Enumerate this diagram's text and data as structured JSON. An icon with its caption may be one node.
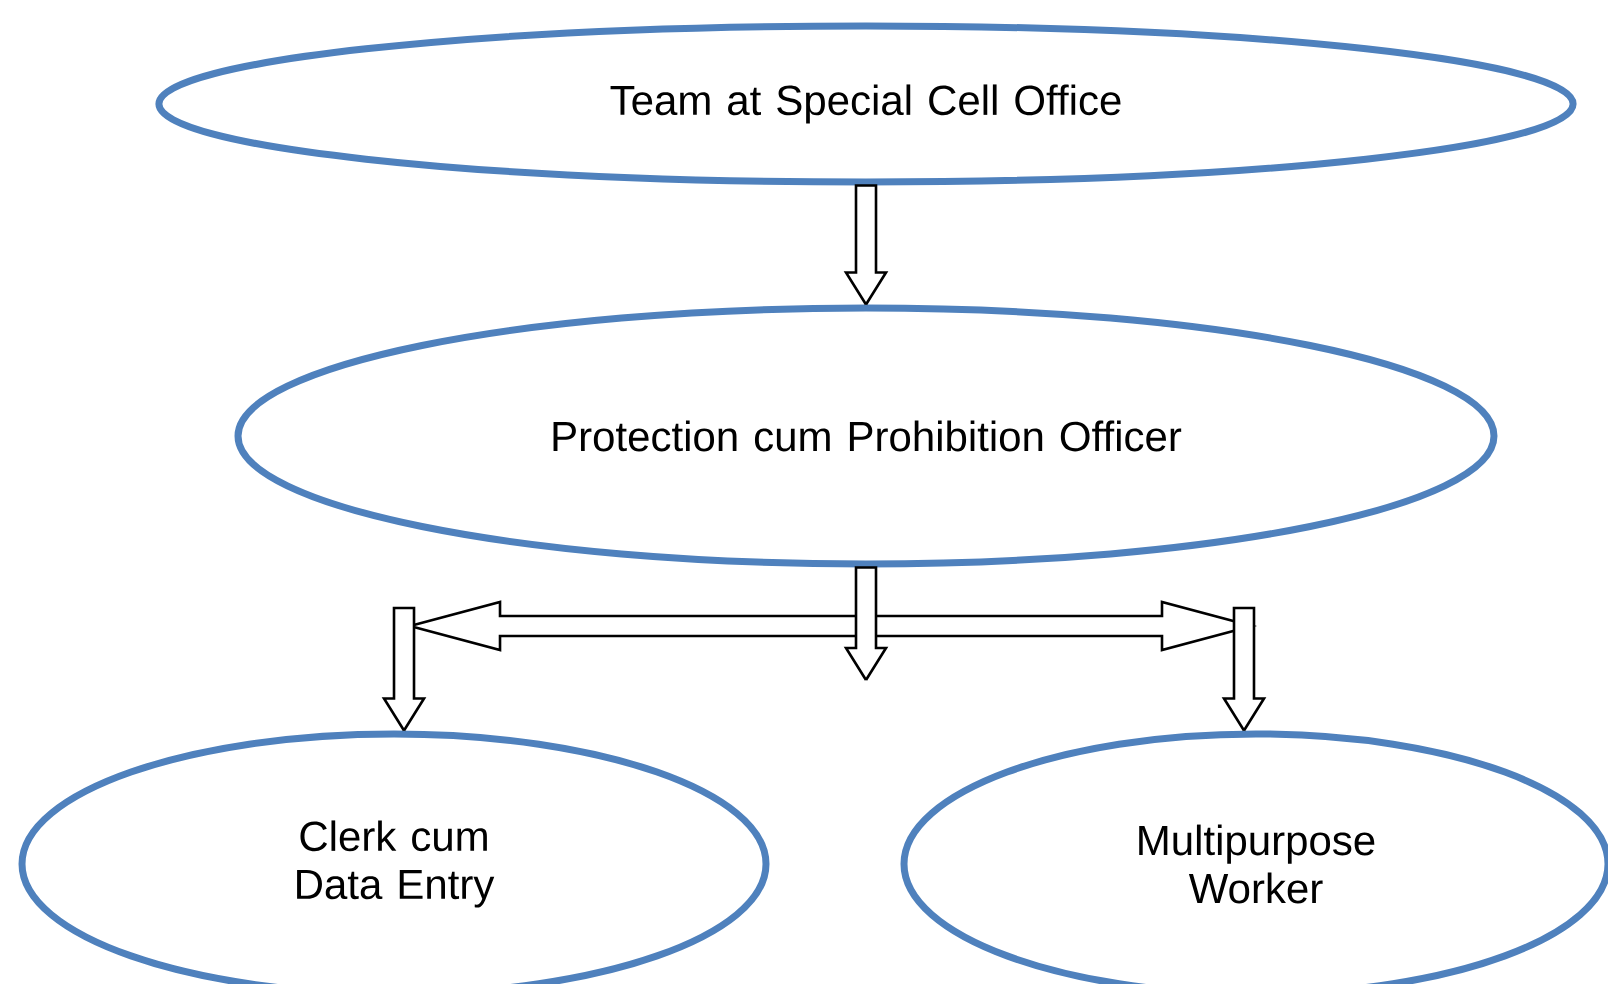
{
  "diagram": {
    "nodes": [
      {
        "text": [
          "Team at Special Cell Office"
        ]
      },
      {
        "text": [
          "Protection cum Prohibition Officer"
        ]
      },
      {
        "text": [
          "Clerk cum Data Entry"
        ]
      },
      {
        "text": [
          "Multipurpose Worker"
        ]
      }
    ],
    "edges": [
      {
        "from": 0,
        "to": 1,
        "arrow": "to"
      },
      {
        "from": 1,
        "to": null,
        "arrow": "to"
      },
      {
        "from": null,
        "to": 2,
        "arrow": "to"
      },
      {
        "from": null,
        "to": 3,
        "arrow": "to"
      }
    ]
  }
}
